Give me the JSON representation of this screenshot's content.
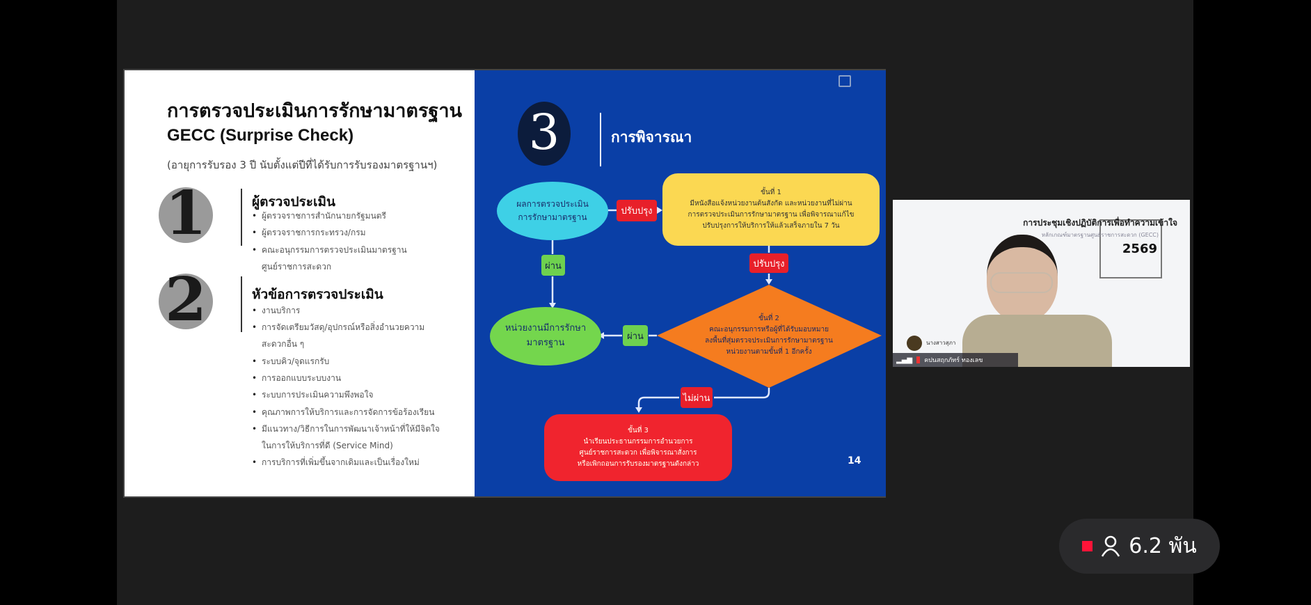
{
  "slide": {
    "title": "การตรวจประเมินการรักษามาตรฐาน",
    "subtitle_en": "GECC (Surprise Check)",
    "note": "(อายุการรับรอง 3 ปี นับตั้งแต่ปีที่ได้รับการรับรองมาตรฐานฯ)",
    "sections": [
      {
        "number": "1",
        "heading": "ผู้ตรวจประเมิน",
        "items": [
          "ผู้ตรวจราชการสำนักนายกรัฐมนตรี",
          "ผู้ตรวจราชการกระทรวง/กรม",
          "คณะอนุกรรมการตรวจประเมินมาตรฐาน",
          "ศูนย์ราชการสะดวก"
        ]
      },
      {
        "number": "2",
        "heading": "หัวข้อการตรวจประเมิน",
        "items": [
          "งานบริการ",
          "การจัดเตรียมวัสดุ/อุปกรณ์หรือสิ่งอำนวยความ",
          "สะดวกอื่น ๆ",
          "ระบบคิว/จุดแรกรับ",
          "การออกแบบระบบงาน",
          "ระบบการประเมินความพึงพอใจ",
          "คุณภาพการให้บริการและการจัดการข้อร้องเรียน",
          "มีแนวทาง/วิธีการในการพัฒนาเจ้าหน้าที่ให้มีจิตใจ",
          "ในการให้บริการที่ดี (Service Mind)",
          "การบริการที่เพิ่มขึ้นจากเดิมและเป็นเรื่องใหม่"
        ]
      }
    ],
    "step_number": "3",
    "step_title": "การพิจารณา",
    "flow": {
      "start": [
        "ผลการตรวจประเมิน",
        "การรักษามาตรฐาน"
      ],
      "improve": "ปรับปรุง",
      "pass": "ผ่าน",
      "fail": "ไม่ผ่าน",
      "step1": [
        "ขั้นที่ 1",
        "มีหนังสือแจ้งหน่วยงานต้นสังกัด และหน่วยงานที่ไม่ผ่าน",
        "การตรวจประเมินการรักษามาตรฐาน เพื่อพิจารณาแก้ไข",
        "ปรับปรุงการให้บริการให้แล้วเสร็จภายใน 7 วัน"
      ],
      "step2": [
        "ขั้นที่ 2",
        "คณะอนุกรรมการหรือผู้ที่ได้รับมอบหมาย",
        "ลงพื้นที่สุ่มตรวจประเมินการรักษามาตรฐาน",
        "หน่วยงานตามขั้นที่ 1 อีกครั้ง"
      ],
      "step3": [
        "ขั้นที่ 3",
        "นำเรียนประธานกรรมการอำนวยการ",
        "ศูนย์ราชการสะดวก เพื่อพิจารณาสั่งการ",
        "หรือเพิกถอนการรับรองมาตรฐานดังกล่าว"
      ],
      "result": [
        "หน่วยงานมีการรักษา",
        "มาตรฐาน"
      ]
    },
    "page_number": "14"
  },
  "webcam": {
    "banner_title": "การประชุมเชิงปฏิบัติการเพื่อทำความเข้าใจ",
    "banner_sub": "หลักเกณฑ์มาตรฐานศูนย์ราชการสะดวก (GECC)",
    "year": "2569",
    "speaker_name": "คปนสฤกภัทร์ ทองเลข",
    "nameplate": "นางสาวสุภา"
  },
  "live": {
    "viewers": "6.2 พัน",
    "live_color": "#ff1438"
  }
}
